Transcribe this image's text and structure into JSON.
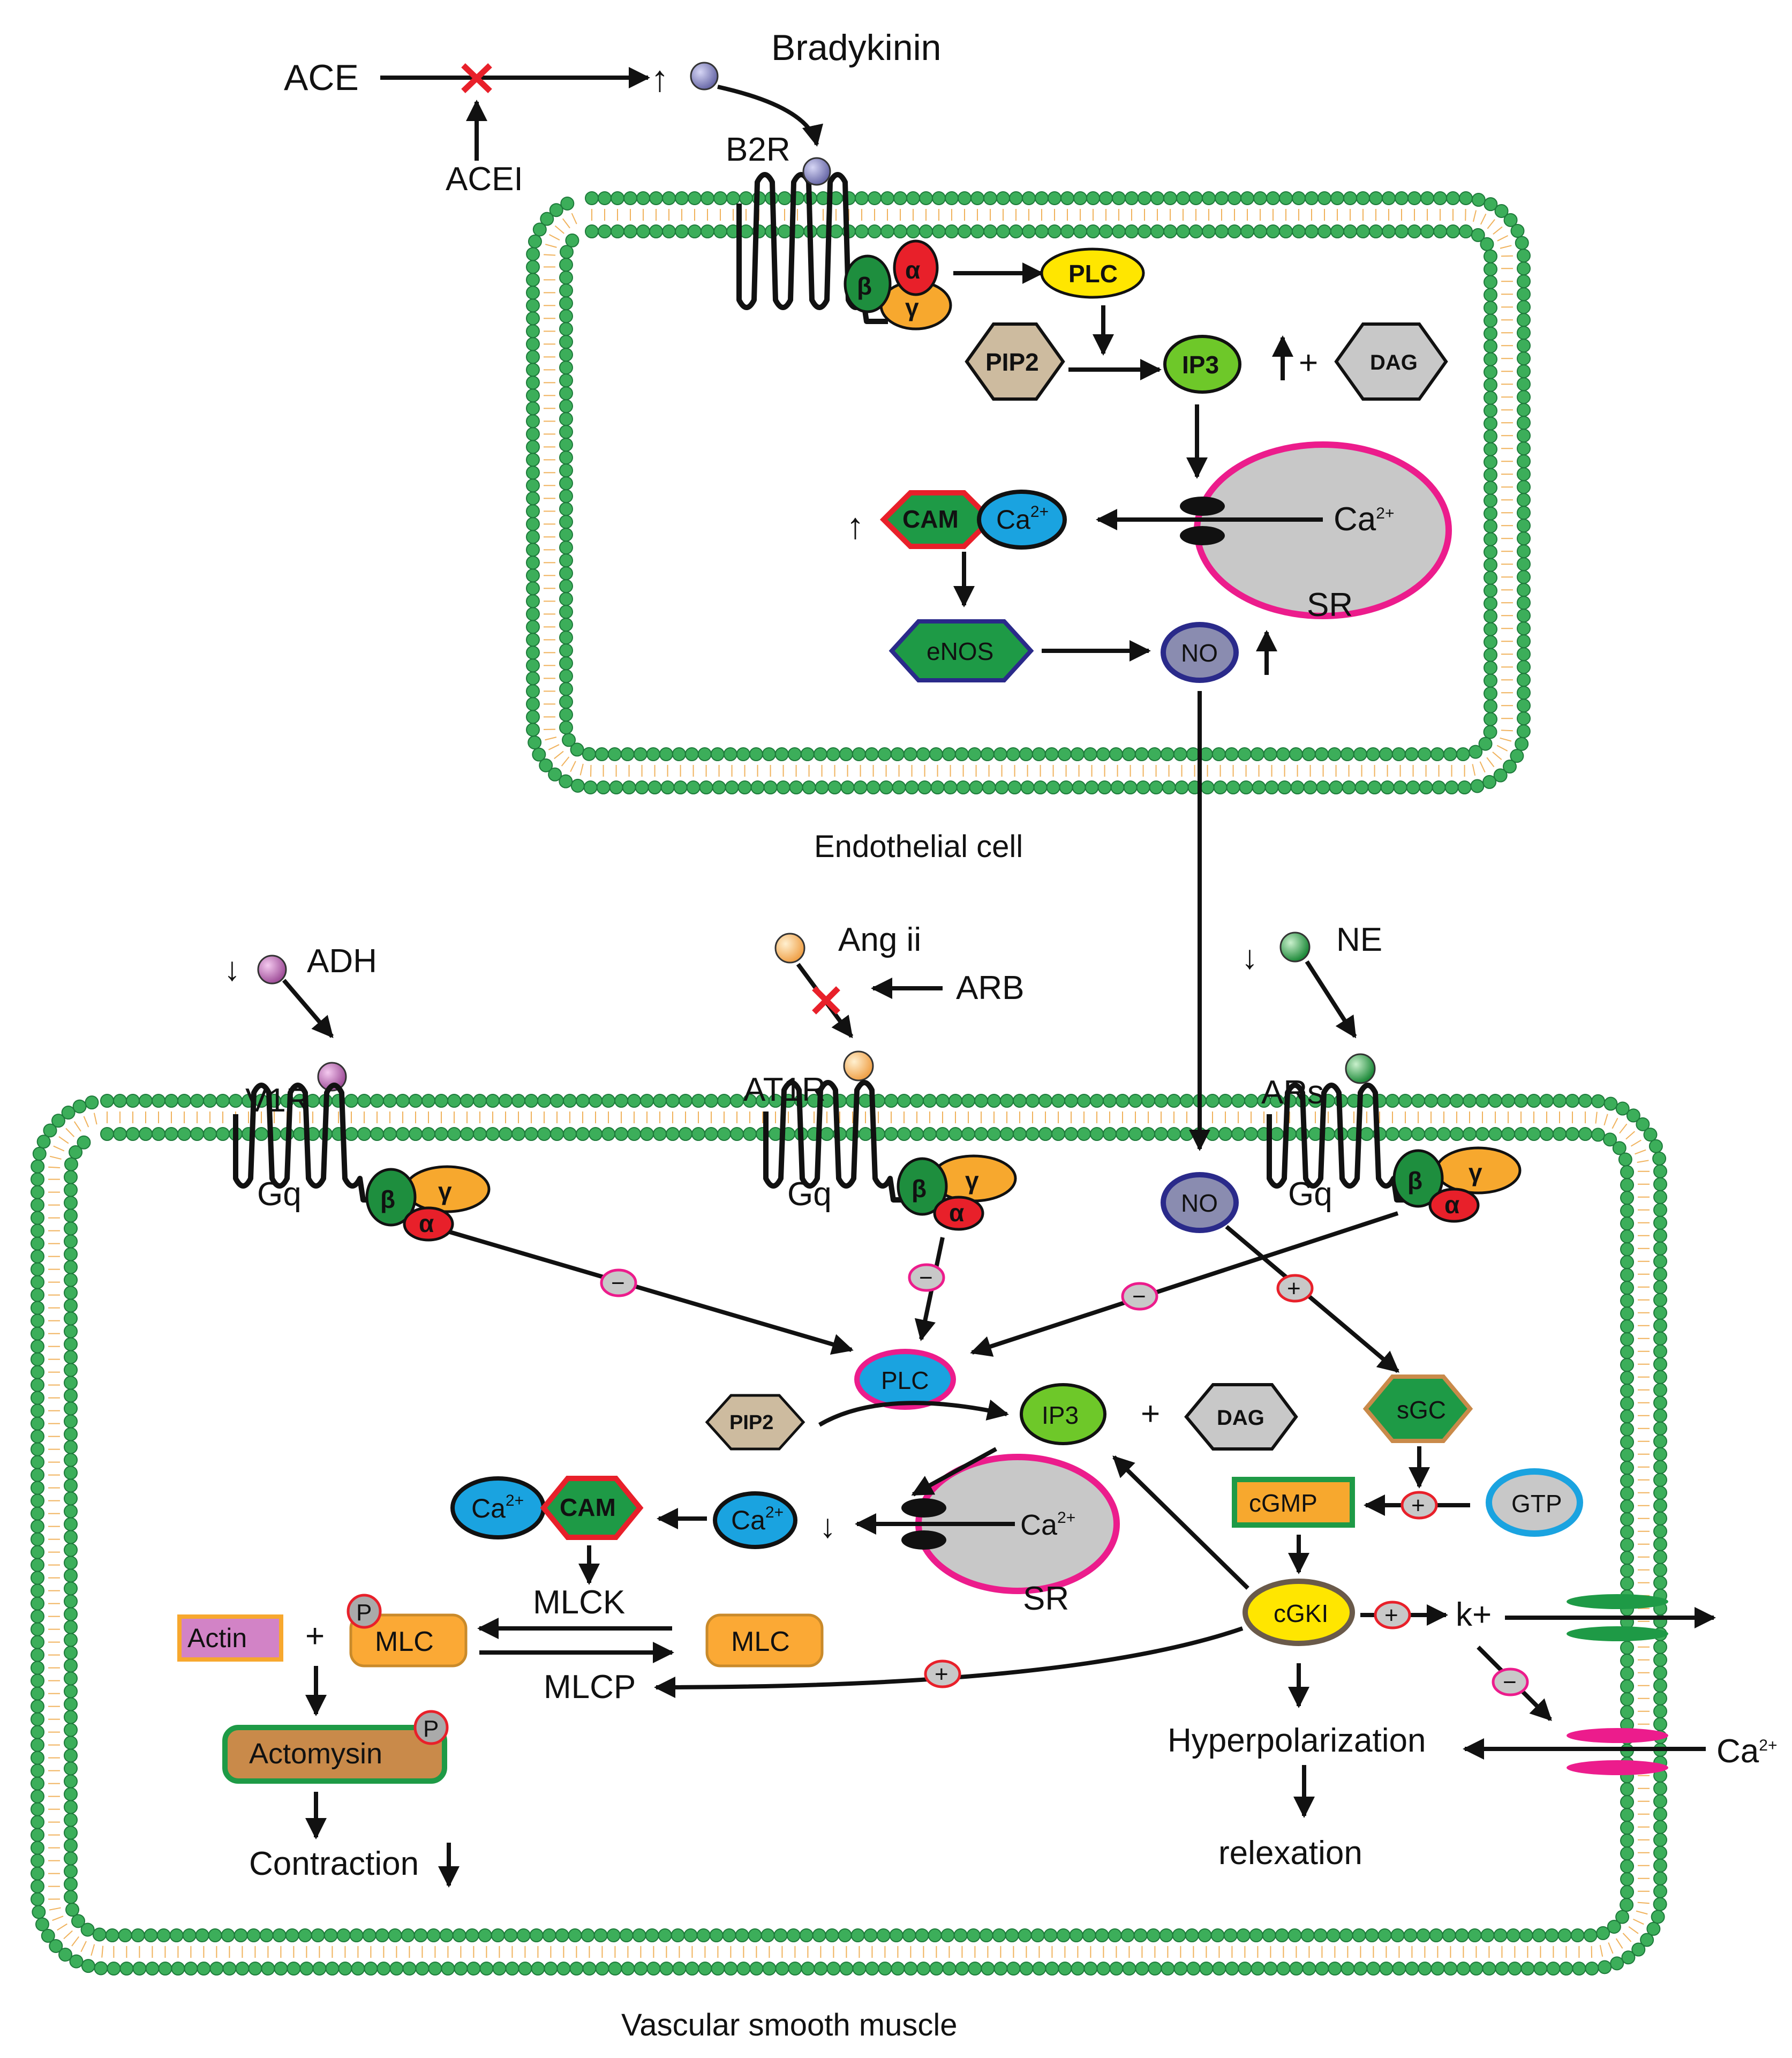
{
  "top": {
    "ace": "ACE",
    "acei": "ACEI",
    "bradykinin": "Bradykinin",
    "up_arrow": "↑",
    "b2r": "B2R"
  },
  "endothelial": {
    "caption": "Endothelial cell",
    "alpha": "α",
    "beta": "β",
    "gamma": "γ",
    "plc": "PLC",
    "pip2": "PIP2",
    "ip3": "IP3",
    "dag": "DAG",
    "plus": "+",
    "cam": "CAM",
    "ca": "Ca",
    "ca_sup": "2+",
    "sr": "SR",
    "enos": "eNOS",
    "no": "NO"
  },
  "ligands": {
    "adh": "ADH",
    "ang": "Ang ii",
    "arb": "ARB",
    "ne": "NE",
    "v1r": "V1R",
    "at1r": "AT1R",
    "ars": "ARs",
    "gq": "Gq",
    "down_arrow": "↓"
  },
  "smooth": {
    "caption": "Vascular smooth muscle",
    "no": "NO",
    "plc": "PLC",
    "pip2": "PIP2",
    "ip3": "IP3",
    "dag": "DAG",
    "plus": "+",
    "minus": "−",
    "sgc": "sGC",
    "cgmp": "cGMP",
    "gtp": "GTP",
    "ca": "Ca",
    "ca_sup": "2+",
    "cam": "CAM",
    "sr": "SR",
    "mlck": "MLCK",
    "mlcp": "MLCP",
    "mlc": "MLC",
    "p": "P",
    "actin": "Actin",
    "actomysin": "Actomysin",
    "contraction": "Contraction",
    "cgki": "cGKI",
    "k": "k+",
    "hyperpolarization": "Hyperpolarization",
    "relexation": "relexation"
  },
  "colors": {
    "membrane": "#3cae5a",
    "membrane_tail": "#f0b25c",
    "alpha": "#e8202a",
    "beta": "#1e8e3e",
    "gamma": "#f7a82e",
    "plc_yellow": "#ffe600",
    "plc_blue": "#1aa3e0",
    "pip2": "#cdbb9f",
    "ip3": "#6ec829",
    "dag": "#c8c8c8",
    "sr_fill": "#c8c8c8",
    "sr_border": "#ec1c8c",
    "enos": "#1e9a46",
    "no": "#8a8cb0",
    "ca": "#1aa3e0",
    "mlc": "#fba935",
    "actin": "#d283c6",
    "actomysin": "#c98a4a",
    "sgc": "#1e9a46",
    "cgmp": "#f7a82e",
    "inhibit_x": "#e8202a"
  }
}
